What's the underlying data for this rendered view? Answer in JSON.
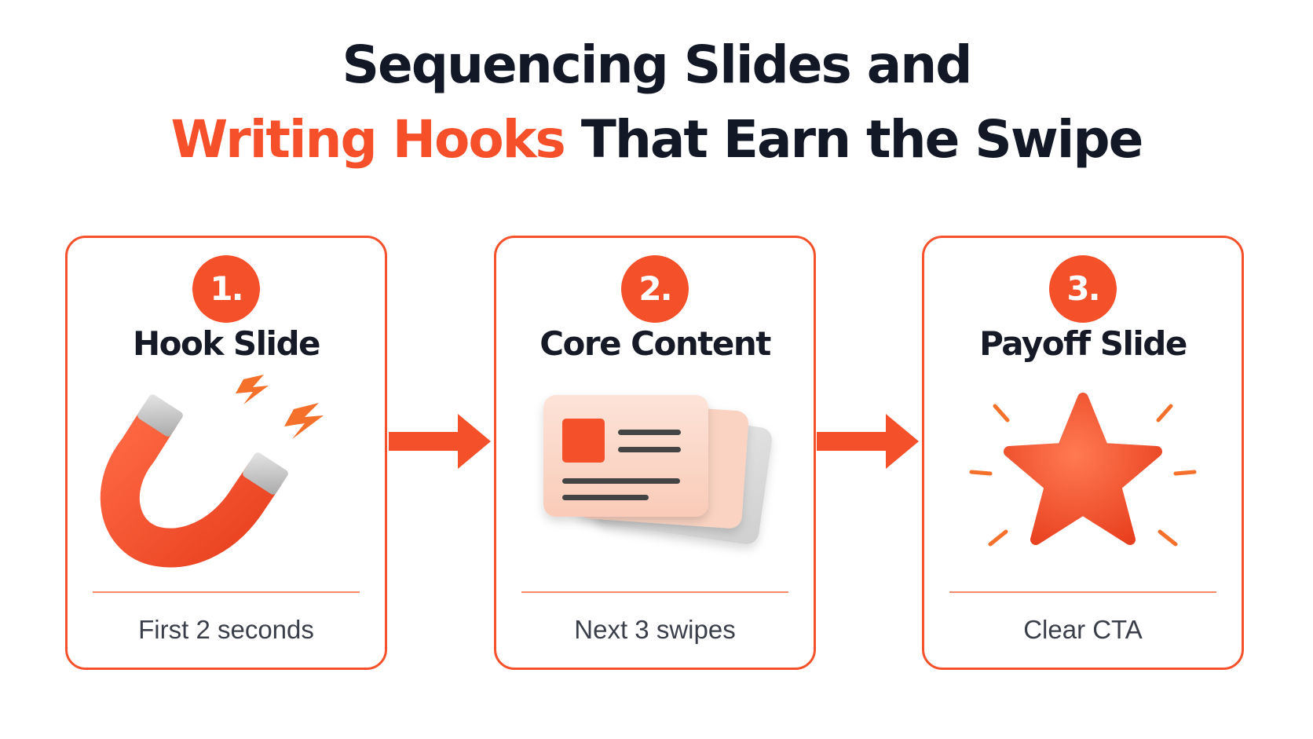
{
  "title": {
    "line1": "Sequencing Slides and",
    "line2_accent": "Writing Hooks",
    "line2_rest": " That Earn the Swipe"
  },
  "colors": {
    "accent": "#f4512b",
    "text_dark": "#121826",
    "caption": "#3a3f4a"
  },
  "steps": [
    {
      "number": "1.",
      "title": "Hook Slide",
      "icon": "magnet-icon",
      "caption": "First 2 seconds"
    },
    {
      "number": "2.",
      "title": "Core Content",
      "icon": "stacked-cards-icon",
      "caption": "Next 3 swipes"
    },
    {
      "number": "3.",
      "title": "Payoff Slide",
      "icon": "star-icon",
      "caption": "Clear CTA"
    }
  ],
  "connectors": [
    "arrow-right-icon",
    "arrow-right-icon"
  ]
}
